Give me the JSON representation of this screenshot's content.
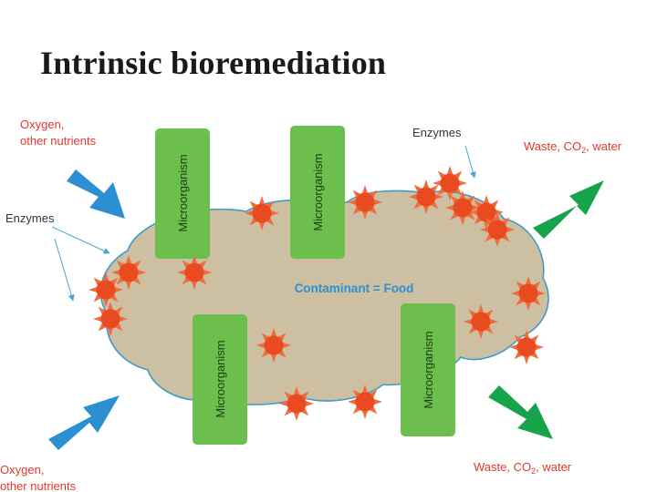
{
  "title": "Intrinsic bioremediation",
  "diagram": {
    "center_label": "Contaminant = Food",
    "inputs_label_top": [
      "Oxygen,",
      "other nutrients"
    ],
    "inputs_label_bottom": [
      "Oxygen,",
      "other nutrients"
    ],
    "enzymes_label_left": "Enzymes",
    "enzymes_label_top": "Enzymes",
    "outputs_label_top": {
      "pre": "Waste, CO",
      "sub": "2",
      "post": ", water"
    },
    "outputs_label_bottom": {
      "pre": "Waste, CO",
      "sub": "2",
      "post": ", water"
    },
    "microorganism_label": "Microorganism",
    "colors": {
      "contaminant": "#cdbfa1",
      "contaminant_outline": "#3e9bc9",
      "microorganism": "#6dbf4d",
      "enzyme": "#ec5126",
      "input_arrow": "#2b8fd1",
      "output_arrow": "#16a34a",
      "input_text": "#e0392b"
    },
    "icons": {
      "inputs": "blue-arrow-icon",
      "outputs": "green-arrow-icon",
      "enzymes": "sun-burst-icon"
    }
  }
}
